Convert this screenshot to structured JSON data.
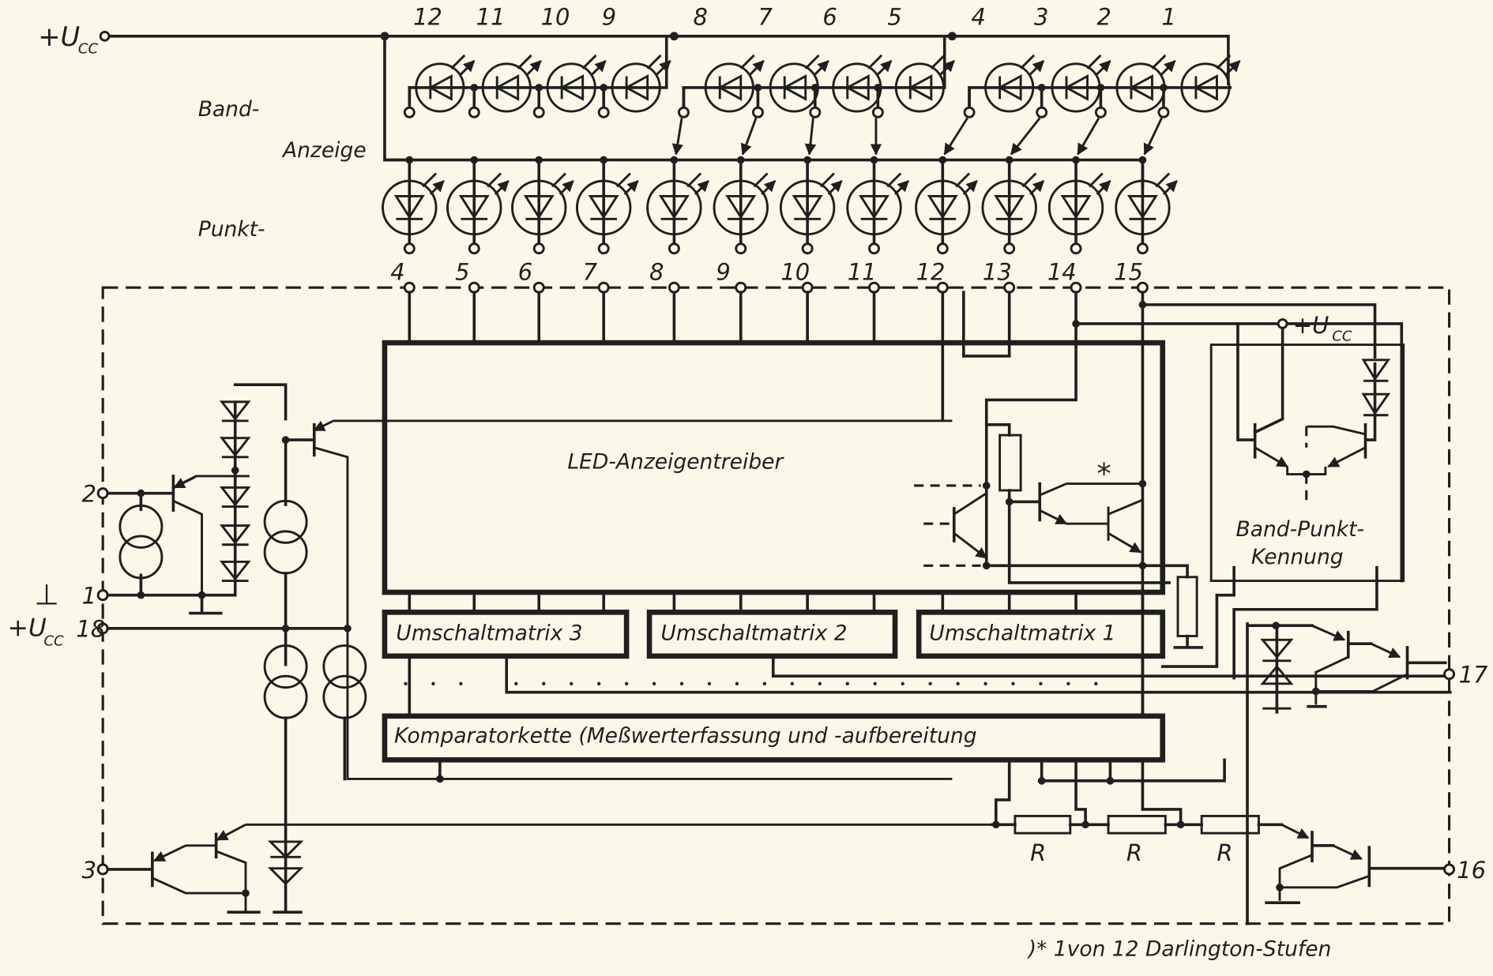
{
  "diagram": {
    "colors": {
      "paper": "#fbf8e9",
      "ink": "#1f1f1f"
    },
    "supply_top": {
      "label_main": "+U",
      "label_sub": "CC"
    },
    "labels": {
      "band": "Band-",
      "anzeige": "Anzeige",
      "punkt": "Punkt-",
      "led_driver": "LED-Anzeigentreiber",
      "matrix3": "Umschaltmatrix 3",
      "matrix2": "Umschaltmatrix 2",
      "matrix1": "Umschaltmatrix 1",
      "comparator": "Komparatorkette (Meßwerterfassung und  -aufbereitung",
      "band_punkt_1": "Band-Punkt-",
      "band_punkt_2": "Kennung",
      "asterisk": "*",
      "resistor": "R",
      "footnote": ")* 1von 12 Darlington-Stufen",
      "ground_symbol": "⊥"
    },
    "band_led_numbers": [
      "12",
      "11",
      "10",
      "9",
      "8",
      "7",
      "6",
      "5",
      "4",
      "3",
      "2",
      "1"
    ],
    "ic_pin_numbers_top": [
      "4",
      "5",
      "6",
      "7",
      "8",
      "9",
      "10",
      "11",
      "12",
      "13",
      "14",
      "15"
    ],
    "ic_pins_left": [
      {
        "num": "2",
        "label": ""
      },
      {
        "num": "1",
        "label": "⊥"
      },
      {
        "num": "18",
        "label": "+U",
        "sub": "CC"
      },
      {
        "num": "3",
        "label": ""
      }
    ],
    "ic_pins_right": [
      {
        "num": "17"
      },
      {
        "num": "16"
      }
    ],
    "inner_supply": {
      "label_main": "+U",
      "label_sub": "CC"
    }
  }
}
